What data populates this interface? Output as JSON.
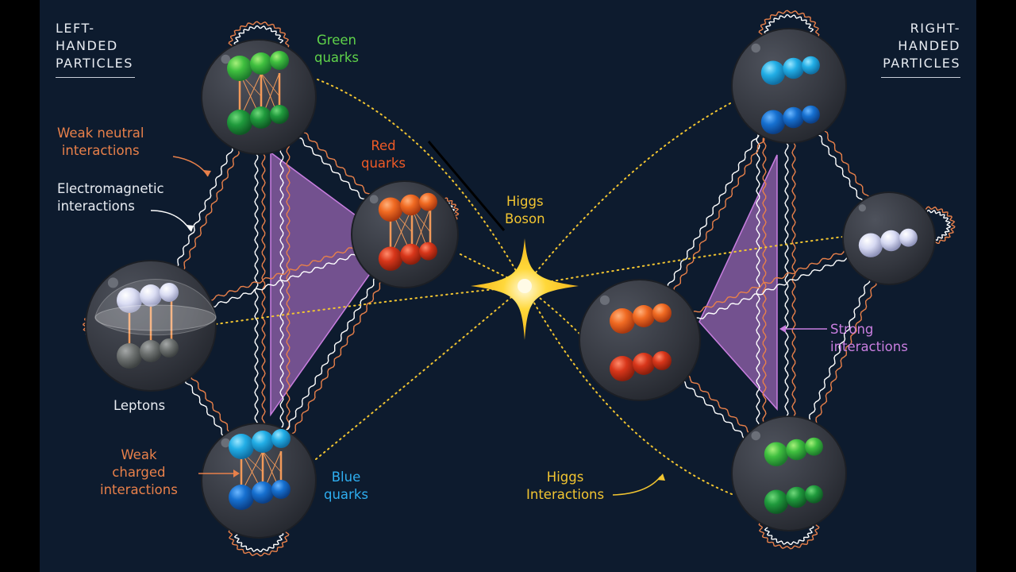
{
  "colors": {
    "background": "#0d1b2e",
    "frame": "#000000",
    "weak_neutral": "#e8804a",
    "electromagnetic": "#ffffff",
    "strong": "#c97ee0",
    "higgs": "#f2c531",
    "green_quark": "#3fbf3f",
    "red_quark": "#e2441a",
    "blue_quark": "#1c9ad8",
    "lepton": "#d9dcf2",
    "sphere": "#3b3f48"
  },
  "corner_labels": {
    "left": [
      "LEFT-",
      "HANDED",
      "PARTICLES"
    ],
    "right": [
      "RIGHT-",
      "HANDED",
      "PARTICLES"
    ]
  },
  "labels": {
    "green_quarks": [
      "Green",
      "quarks"
    ],
    "red_quarks": [
      "Red",
      "quarks"
    ],
    "blue_quarks": [
      "Blue",
      "quarks"
    ],
    "leptons": "Leptons",
    "higgs_boson": [
      "Higgs",
      "Boson"
    ],
    "weak_neutral": [
      "Weak neutral",
      "interactions"
    ],
    "electromagnetic": [
      "Electromagnetic",
      "interactions"
    ],
    "weak_charged": [
      "Weak",
      "charged",
      "interactions"
    ],
    "strong": [
      "Strong",
      "interactions"
    ],
    "higgs_interactions": [
      "Higgs",
      "Interactions"
    ]
  },
  "icons": [
    "higgs-star-icon",
    "sphere-icon",
    "quark-ball-icon",
    "arrow-icon"
  ]
}
